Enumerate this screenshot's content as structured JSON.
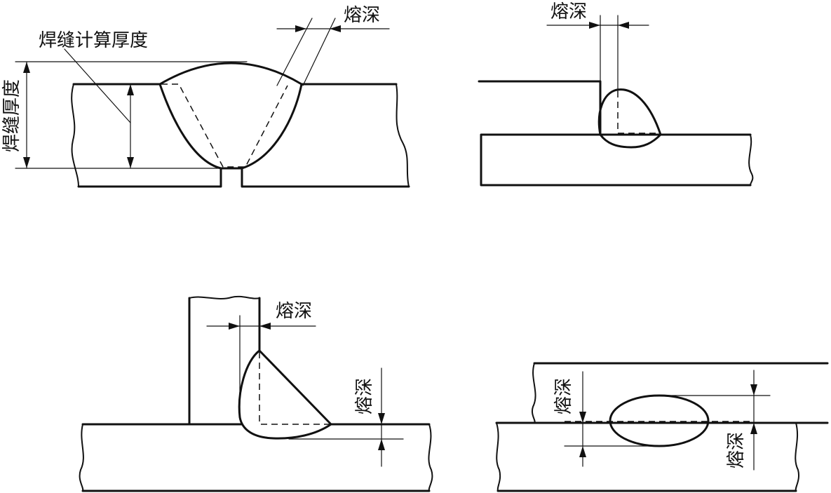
{
  "labels": {
    "weld_calc_thickness": "焊缝计算厚度",
    "weld_thickness": "焊缝厚度",
    "penetration": "熔深"
  },
  "colors": {
    "line": "#111111",
    "background": "#ffffff"
  }
}
